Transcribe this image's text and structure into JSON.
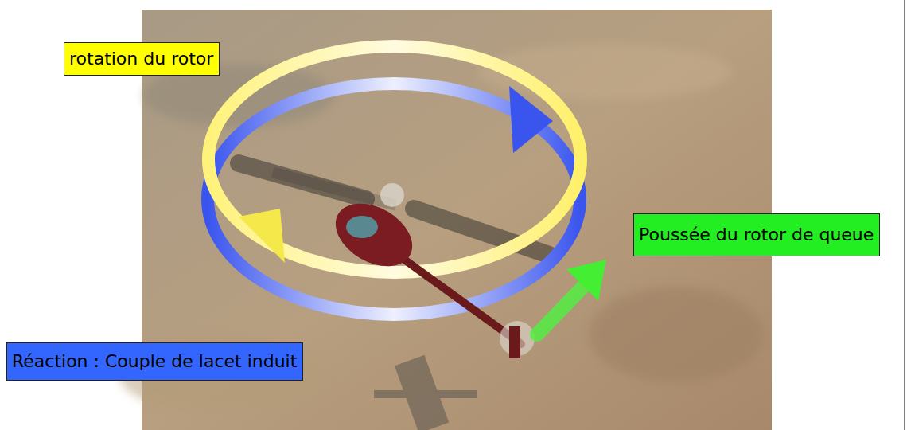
{
  "diagram": {
    "nodes": [
      {
        "text": [
          "rotation du rotor"
        ]
      },
      {
        "text": [
          "Poussée du rotor de queue"
        ]
      },
      {
        "text": [
          "Réaction : Couple de lacet induit"
        ]
      }
    ]
  }
}
